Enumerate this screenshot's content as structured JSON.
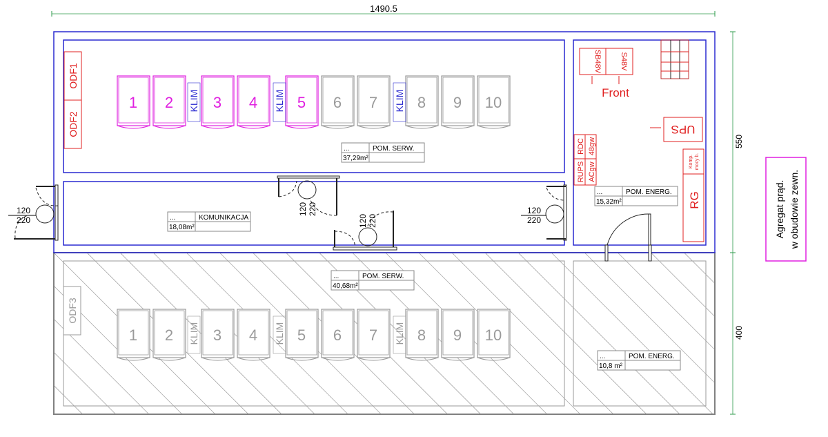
{
  "dimensions": {
    "width_total": "1490.5",
    "height_top": "550",
    "height_bottom": "400"
  },
  "colors": {
    "wall": "#2a2ad0",
    "equipment_active": "#e020e0",
    "equipment_inactive": "#9a9a9a",
    "power": "#e02020",
    "hatch": "#808080",
    "klim": "#2a2ad0"
  },
  "top_room": {
    "odf": [
      "ODF1",
      "ODF2"
    ],
    "racks": [
      "1",
      "2",
      "3",
      "4",
      "5",
      "6",
      "7",
      "8",
      "9",
      "10"
    ],
    "klim": [
      "KLIM",
      "KLIM",
      "KLIM"
    ],
    "label": {
      "code": "...",
      "name": "POM. SERW.",
      "area": "37,29m²"
    }
  },
  "corridor": {
    "label": {
      "code": "...",
      "name": "KOMUNIKACJA",
      "area": "18,08m²"
    },
    "doors": [
      {
        "w": "120",
        "h": "220"
      },
      {
        "w": "120",
        "h": "220"
      },
      {
        "w": "120",
        "h": "220"
      },
      {
        "w": "120",
        "h": "220"
      }
    ]
  },
  "energy_room": {
    "sb48v": "SB48V",
    "s48v": "S48V",
    "front": "Front",
    "ups": "UPS",
    "rups": "RUPS",
    "acgw": "ACgw",
    "rdc": "RDC",
    "g48": "48gw",
    "komp": "Komp.",
    "mocy": "mocy b.",
    "rg": "RG",
    "label": {
      "code": "...",
      "name": "POM. ENERG.",
      "area": "15,32m²"
    }
  },
  "bottom_area": {
    "odf": "ODF3",
    "racks": [
      "1",
      "2",
      "3",
      "4",
      "5",
      "6",
      "7",
      "8",
      "9",
      "10"
    ],
    "klim": [
      "KLIM",
      "KLIM",
      "KLIM"
    ],
    "label_serw": {
      "code": "...",
      "name": "POM. SERW.",
      "area": "40,68m²"
    },
    "label_energ": {
      "code": "...",
      "name": "POM. ENERG.",
      "area": "10,8 m²"
    }
  },
  "generator": {
    "line1": "Agregat prąd.",
    "line2": "w obudowie zewn."
  }
}
